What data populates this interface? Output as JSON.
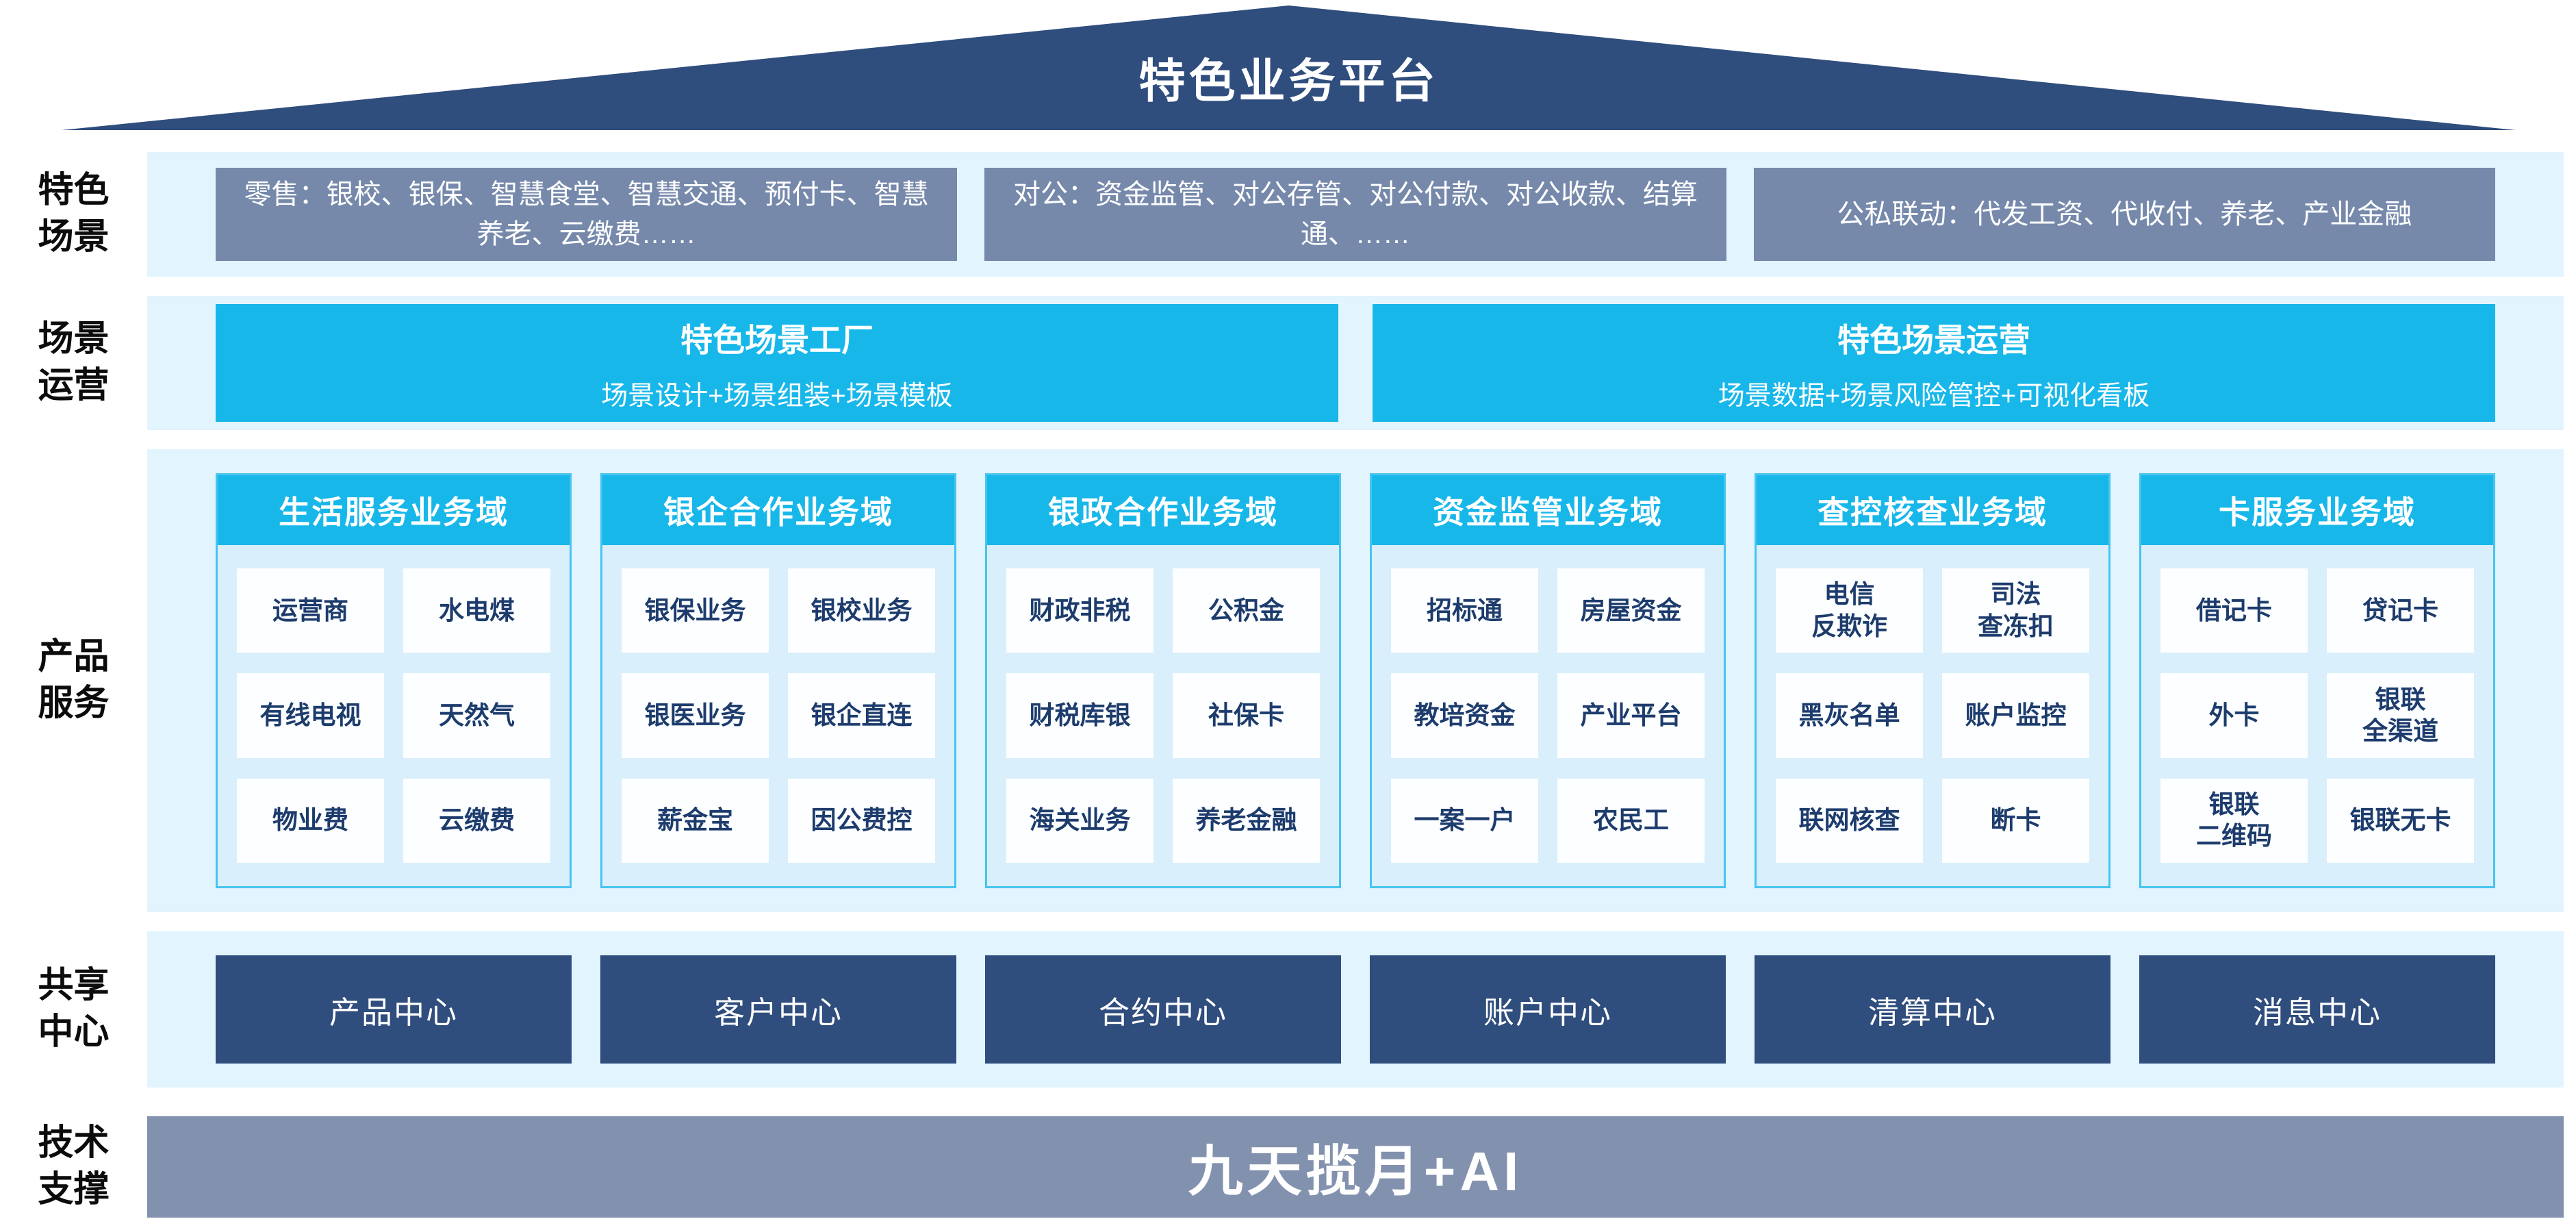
{
  "platform": {
    "title": "特色业务平台"
  },
  "colors": {
    "roof_navy": "#2f4d7d",
    "scene_slate": "#7689ab",
    "accent_cyan": "#18b7ea",
    "strip_light_blue": "#e2f4fd",
    "column_body_blue": "#d9effb",
    "column_border_cyan": "#47c4ef",
    "cell_text_navy": "#1d3c6d",
    "tech_slate": "#8292ae"
  },
  "rows": {
    "scenes": {
      "label": "特色\n场景",
      "items": [
        "零售：银校、银保、智慧食堂、智慧交通、预付卡、智慧养老、云缴费……",
        "对公：资金监管、对公存管、对公付款、对公收款、结算通、……",
        "公私联动：代发工资、代收付、养老、产业金融"
      ]
    },
    "operation": {
      "label": "场景\n运营",
      "items": [
        {
          "title": "特色场景工厂",
          "subtitle": "场景设计+场景组装+场景模板"
        },
        {
          "title": "特色场景运营",
          "subtitle": "场景数据+场景风险管控+可视化看板"
        }
      ]
    },
    "products": {
      "label": "产品\n服务",
      "columns": [
        {
          "header": "生活服务业务域",
          "cells": [
            "运营商",
            "水电煤",
            "有线电视",
            "天然气",
            "物业费",
            "云缴费"
          ]
        },
        {
          "header": "银企合作业务域",
          "cells": [
            "银保业务",
            "银校业务",
            "银医业务",
            "银企直连",
            "薪金宝",
            "因公费控"
          ]
        },
        {
          "header": "银政合作业务域",
          "cells": [
            "财政非税",
            "公积金",
            "财税库银",
            "社保卡",
            "海关业务",
            "养老金融"
          ]
        },
        {
          "header": "资金监管业务域",
          "cells": [
            "招标通",
            "房屋资金",
            "教培资金",
            "产业平台",
            "一案一户",
            "农民工"
          ]
        },
        {
          "header": "查控核查业务域",
          "cells": [
            "电信\n反欺诈",
            "司法\n查冻扣",
            "黑灰名单",
            "账户监控",
            "联网核查",
            "断卡"
          ]
        },
        {
          "header": "卡服务业务域",
          "cells": [
            "借记卡",
            "贷记卡",
            "外卡",
            "银联\n全渠道",
            "银联\n二维码",
            "银联无卡"
          ]
        }
      ]
    },
    "shared": {
      "label": "共享\n中心",
      "items": [
        "产品中心",
        "客户中心",
        "合约中心",
        "账户中心",
        "清算中心",
        "消息中心"
      ]
    },
    "tech": {
      "label": "技术\n支撑",
      "item": "九天揽月+AI"
    }
  }
}
